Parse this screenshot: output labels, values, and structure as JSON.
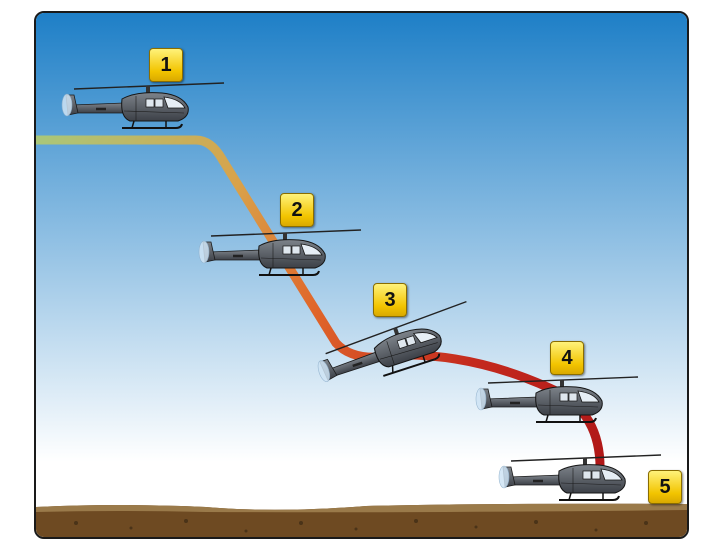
{
  "steps": [
    {
      "label": "1"
    },
    {
      "label": "2"
    },
    {
      "label": "3"
    },
    {
      "label": "4"
    },
    {
      "label": "5"
    }
  ],
  "colors": {
    "sky_top": "#1e7fc7",
    "sky_bottom": "#ffffff",
    "ground": "#6e4a22",
    "path_start": "#a9c77a",
    "path_mid": "#e0662a",
    "path_end": "#b01818",
    "badge": "#f2c400"
  },
  "icons": [
    "helicopter-icon"
  ]
}
